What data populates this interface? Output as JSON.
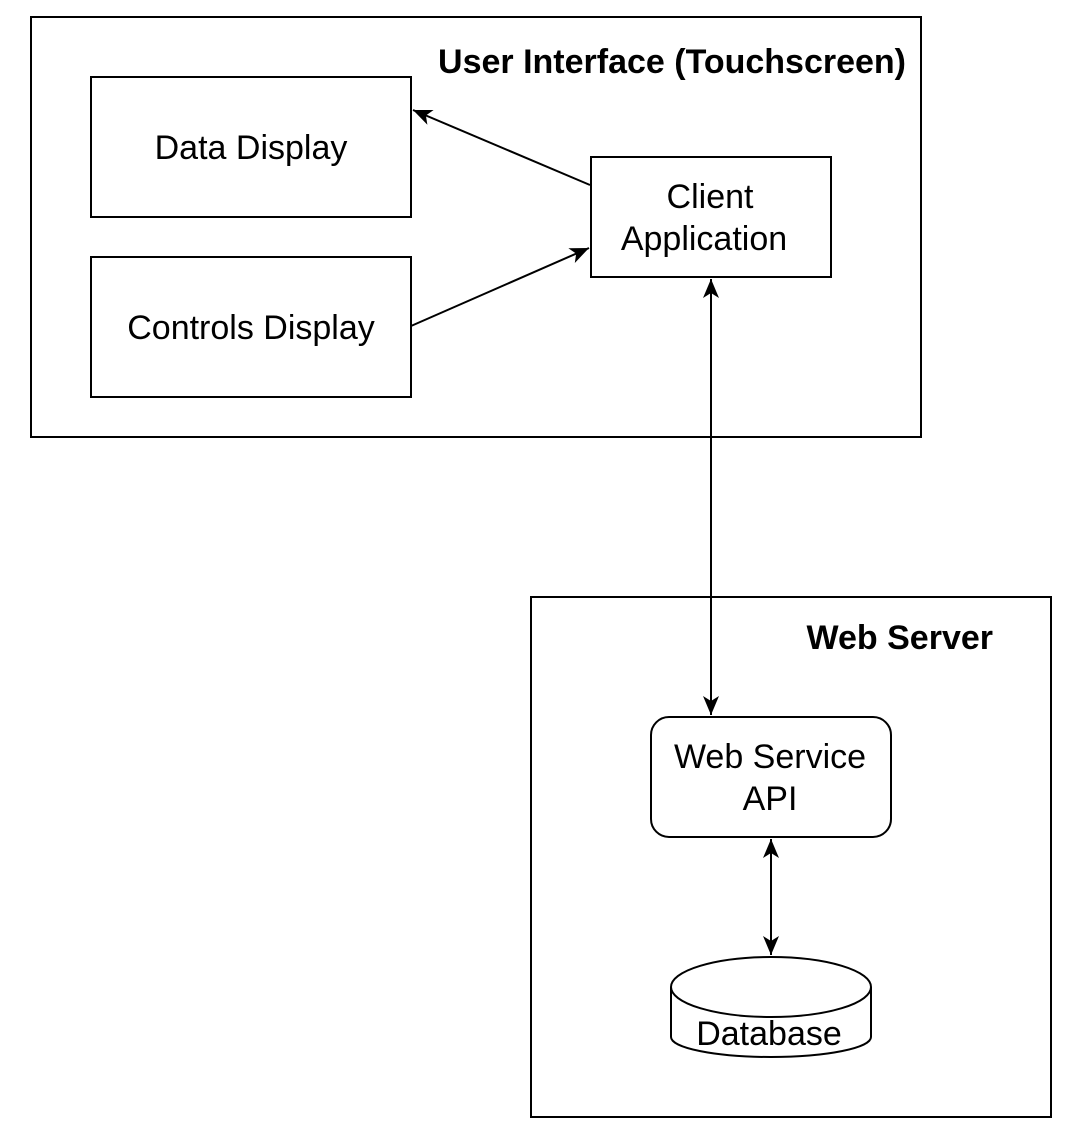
{
  "groups": {
    "user_interface": {
      "title": "User Interface (Touchscreen)"
    },
    "web_server": {
      "title": "Web Server"
    }
  },
  "nodes": {
    "data_display": {
      "label": "Data Display"
    },
    "controls_display": {
      "label": "Controls Display"
    },
    "client_application": {
      "line1": "Client",
      "line2": "Application"
    },
    "web_service_api": {
      "line1": "Web Service",
      "line2": "API"
    },
    "database": {
      "label": "Database"
    }
  },
  "edges": [
    {
      "from": "client_application",
      "to": "data_display",
      "direction": "one-way"
    },
    {
      "from": "controls_display",
      "to": "client_application",
      "direction": "one-way"
    },
    {
      "from": "client_application",
      "to": "web_service_api",
      "direction": "two-way"
    },
    {
      "from": "web_service_api",
      "to": "database",
      "direction": "two-way"
    }
  ]
}
